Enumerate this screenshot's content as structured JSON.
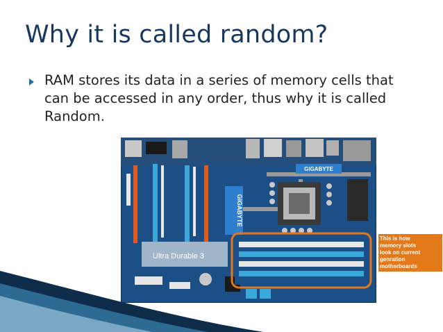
{
  "slide": {
    "title": "Why it is called random?",
    "bullet": "RAM stores its data in a series of memory cells that can be accessed in any order, thus why it is called Random."
  },
  "image": {
    "brand_label": "GIGABYTE",
    "brand_label_vertical": "GIGABYTE",
    "heatsink_label": "Ultra Durable 3",
    "callout_lines": [
      "This is how",
      "memory slots",
      "look on current",
      "genration",
      "motherboards"
    ]
  },
  "colors": {
    "title": "#17375e",
    "bullet_marker": "#1f6fa3",
    "board": "#1b4f86",
    "highlight": "#e4791a",
    "swoosh": "#0d2d4a"
  }
}
